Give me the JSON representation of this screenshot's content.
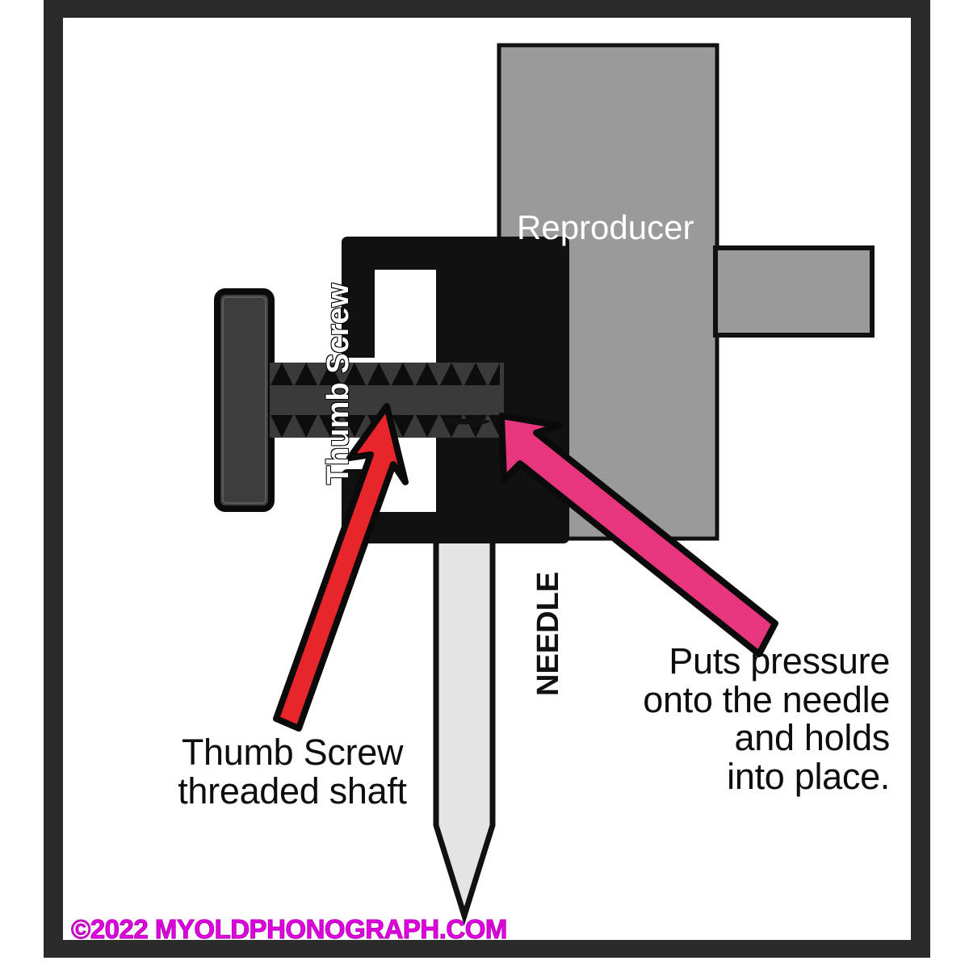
{
  "figure": {
    "title": "Phonograph reproducer needle thumb screw cross-section diagram",
    "background_color": "#ffffff",
    "frame_color": "#2b2b2b"
  },
  "labels": {
    "reproducer": "Reproducer",
    "thumb_screw_head": "Thumb Screw",
    "needle": "NEEDLE"
  },
  "callouts": {
    "left": "Thumb Screw\nthreaded shaft",
    "right": "Puts pressure\nonto the needle\nand holds\ninto place."
  },
  "copyright": "©2022 MYOLDPHONOGRAPH.COM",
  "colors": {
    "frame": "#2b2b2b",
    "reproducer_body": "#9a9a9a",
    "needle_shaft": "#e4e4e4",
    "thumb_screw_head": "#3d3d3d",
    "thread_body": "#3a3a3a",
    "bracket": "#111111",
    "red_arrow": "#e8252a",
    "pink_arrow": "#e8367e",
    "copyright_text": "#e000e0",
    "callout_text": "#0d0d0d"
  },
  "parts": [
    {
      "name": "reproducer-body",
      "kind": "rect",
      "fill": "#9a9a9a"
    },
    {
      "name": "reproducer-tab",
      "kind": "rect",
      "fill": "#9a9a9a"
    },
    {
      "name": "needle",
      "kind": "pointed-shaft",
      "fill": "#e4e4e4"
    },
    {
      "name": "needle-holder-bracket",
      "kind": "outline-frame",
      "fill": "#111111"
    },
    {
      "name": "thumb-screw-head",
      "kind": "rounded-rect",
      "fill": "#3d3d3d"
    },
    {
      "name": "threaded-shaft",
      "kind": "sawtooth-bar",
      "fill": "#3a3a3a"
    }
  ],
  "direction_arrows": [
    {
      "name": "thread-direction-arrow-top",
      "points": "left"
    },
    {
      "name": "thread-direction-arrow-bottom",
      "points": "right"
    }
  ],
  "callout_arrows": [
    {
      "name": "red-callout-arrow",
      "color": "#e8252a",
      "targets": "threaded-shaft"
    },
    {
      "name": "pink-callout-arrow",
      "color": "#e8367e",
      "targets": "needle"
    }
  ]
}
